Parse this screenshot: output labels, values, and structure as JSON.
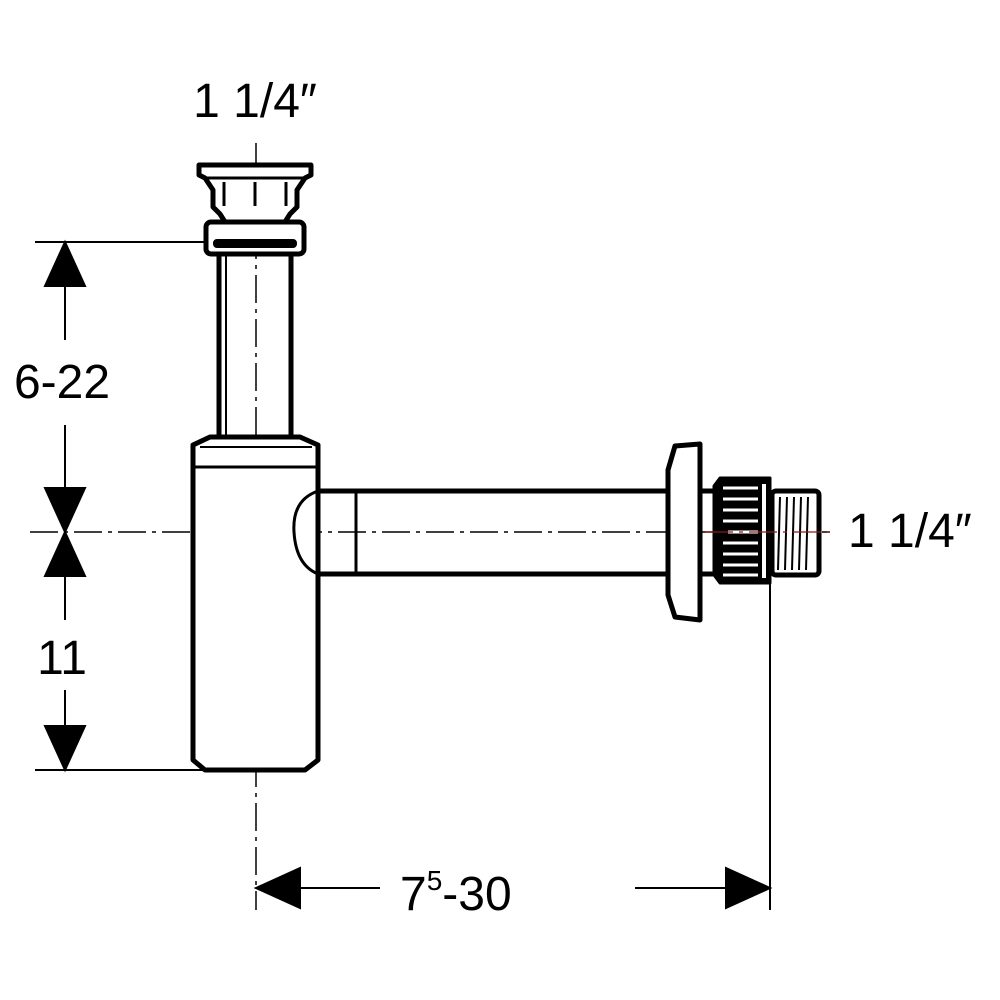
{
  "labels": {
    "top_connection": "1 1/4″",
    "outlet_connection": "1 1/4″",
    "height_range": "6-22",
    "lower_height": "11",
    "length_main": "7",
    "length_sup": "5",
    "length_rest": "-30"
  },
  "colors": {
    "line": "#000000",
    "centerline_accent": "#8b1a1a"
  }
}
